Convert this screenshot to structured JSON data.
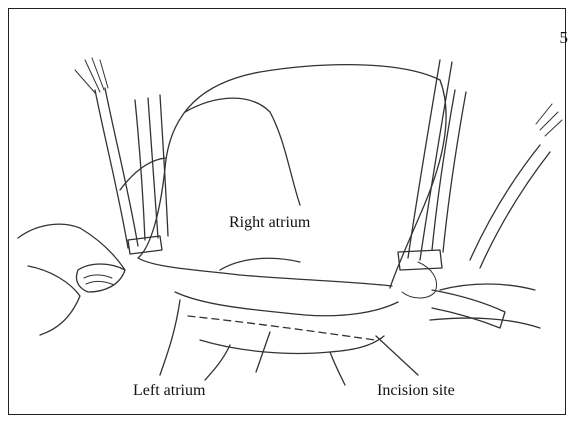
{
  "figure": {
    "number": "5",
    "labels": {
      "right_atrium": "Right atrium",
      "left_atrium": "Left atrium",
      "incision_site": "Incision site"
    }
  }
}
